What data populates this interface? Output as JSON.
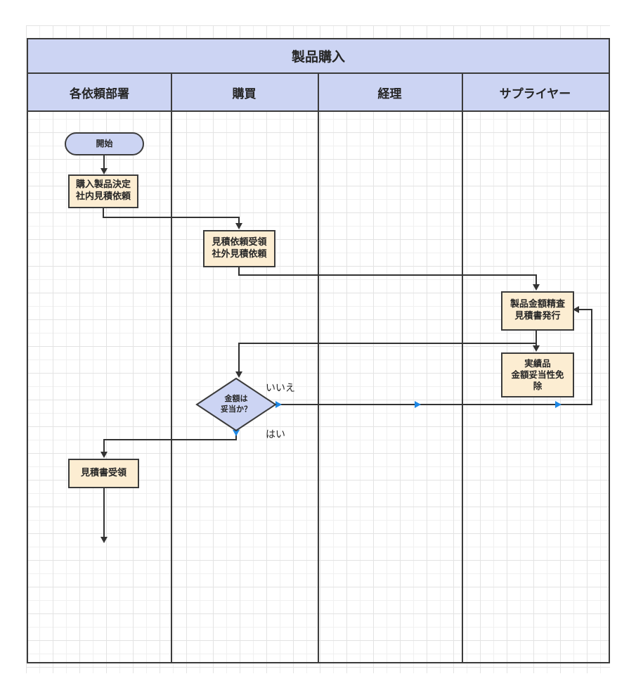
{
  "diagram": {
    "title": "製品購入",
    "lanes": [
      {
        "label": "各依頼部署"
      },
      {
        "label": "購買"
      },
      {
        "label": "経理"
      },
      {
        "label": "サプライヤー"
      }
    ],
    "nodes": {
      "start": {
        "label": "開始"
      },
      "decide": {
        "label": "購入製品決定\n社内見積依頼"
      },
      "receive_request": {
        "label": "見積依頼受領\n社外見積依頼"
      },
      "scrutiny": {
        "label": "製品金額精査\n見積書発行"
      },
      "exemption": {
        "label": "実績品\n金額妥当性免\n除"
      },
      "decision": {
        "label": "金額は\n妥当か？"
      },
      "receive_quote": {
        "label": "見積書受領"
      }
    },
    "edge_labels": {
      "no": "いいえ",
      "yes": "はい"
    }
  },
  "colors": {
    "lane_fill": "#ccd4f3",
    "process_fill": "#fcedd2",
    "shape_stroke": "#3b3b3b",
    "connector": "#333333",
    "marker_blue": "#1e88e5",
    "text": "#262626",
    "grid_minor": "#f0f0f0",
    "grid_major": "#e3e3e3"
  }
}
